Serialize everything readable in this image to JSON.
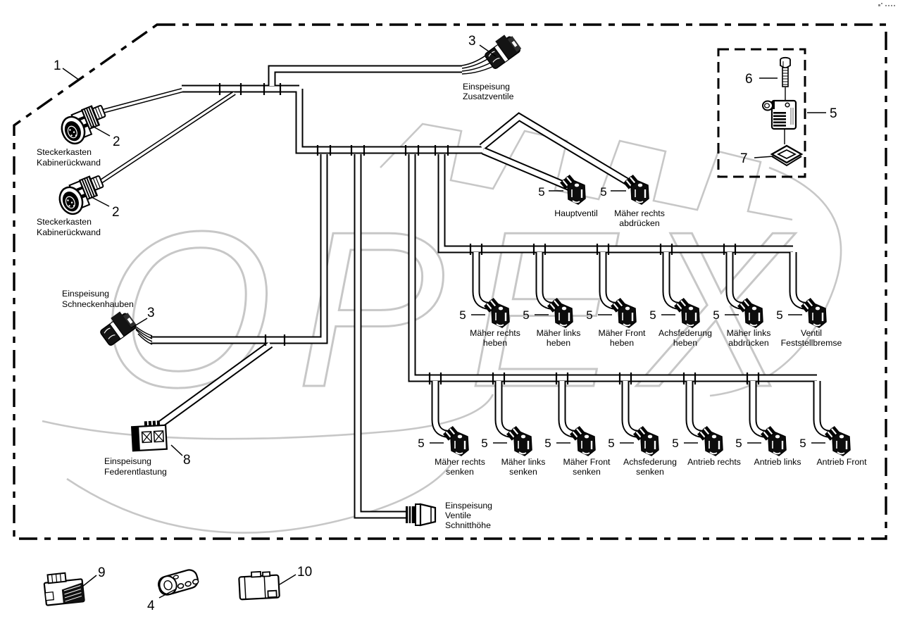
{
  "figure": {
    "watermark": "OPEX",
    "callouts": {
      "c1": "1",
      "c2": "2",
      "c3": "3",
      "c4": "4",
      "c5": "5",
      "c6": "6",
      "c7": "7",
      "c8": "8",
      "c9": "9",
      "c10": "10"
    },
    "labels": {
      "steckerkasten_1": [
        "Steckerkasten",
        "Kabinerückwand"
      ],
      "steckerkasten_2": [
        "Steckerkasten",
        "Kabinerückwand"
      ],
      "zusatzventile": [
        "Einspeisung",
        "Zusatzventile"
      ],
      "schneckenhauben": [
        "Einspeisung",
        "Schneckenhauben"
      ],
      "federentlastung": [
        "Einspeisung",
        "Federentlastung"
      ],
      "schnitthoehe": [
        "Einspeisung",
        "Ventile",
        "Schnitthöhe"
      ],
      "hauptventil": "Hauptventil",
      "maeher_rechts_abdruecken": [
        "Mäher rechts",
        "abdrücken"
      ]
    },
    "valve_row_upper": [
      [
        "Mäher rechts",
        "heben"
      ],
      [
        "Mäher links",
        "heben"
      ],
      [
        "Mäher Front",
        "heben"
      ],
      [
        "Achsfederung",
        "heben"
      ],
      [
        "Mäher links",
        "abdrücken"
      ],
      [
        "Ventil",
        "Feststellbremse"
      ]
    ],
    "valve_row_lower": [
      [
        "Mäher rechts",
        "senken"
      ],
      [
        "Mäher links",
        "senken"
      ],
      [
        "Mäher Front",
        "senken"
      ],
      [
        "Achsfederung",
        "senken"
      ],
      [
        "Antrieb rechts",
        ""
      ],
      [
        "Antrieb links",
        ""
      ],
      [
        "Antrieb Front",
        ""
      ]
    ]
  }
}
